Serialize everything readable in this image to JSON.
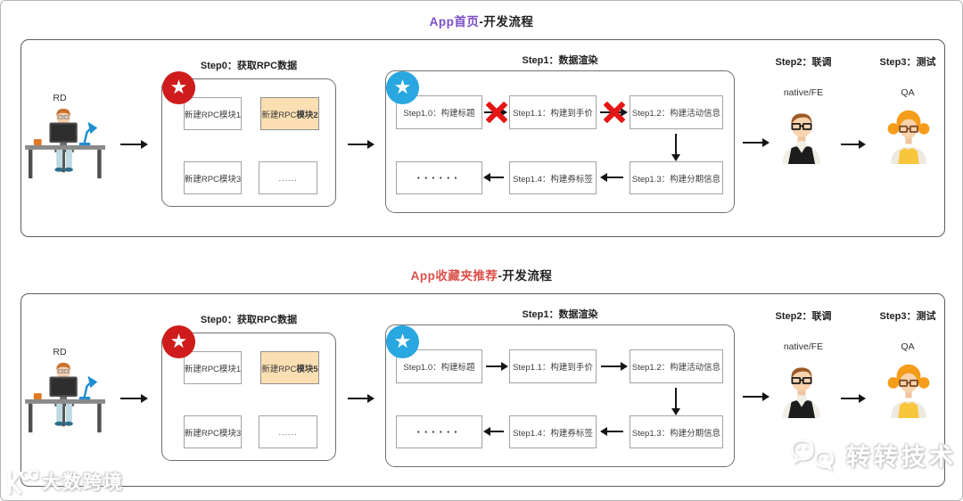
{
  "flows": [
    {
      "title": {
        "accent": "App首页",
        "suffix": "-开发流程"
      },
      "rd_label": "RD",
      "step0": {
        "heading": "Step0：获取RPC数据",
        "module1": "新建RPC模块1",
        "module2_prefix": "新建RPC",
        "module2_bold": "模块2",
        "module3": "新建RPC模块3",
        "module4": "......"
      },
      "step1": {
        "heading": "Step1：数据渲染",
        "box10": "Step1.0：构建标题",
        "box11": "Step1.1：构建到手价",
        "box12": "Step1.2：构建活动信息",
        "box13": "Step1.3：构建分期信息",
        "box14": "Step1.4：构建券标签",
        "dots": "······",
        "flow_broken": true
      },
      "step2": {
        "heading": "Step2：联调",
        "role": "native/FE"
      },
      "step3": {
        "heading": "Step3：测试",
        "role": "QA"
      }
    },
    {
      "title": {
        "accent": "App收藏夹推荐",
        "suffix": "-开发流程"
      },
      "rd_label": "RD",
      "step0": {
        "heading": "Step0：获取RPC数据",
        "module1": "新建RPC模块1",
        "module2_prefix": "新建RPC",
        "module2_bold": "模块5",
        "module3": "新建RPC模块3",
        "module4": "......"
      },
      "step1": {
        "heading": "Step1：数据渲染",
        "box10": "Step1.0：构建标题",
        "box11": "Step1.1：构建到手价",
        "box12": "Step1.2：构建活动信息",
        "box13": "Step1.3：构建分期信息",
        "box14": "Step1.4：构建券标签",
        "dots": "······",
        "flow_broken": false
      },
      "step2": {
        "heading": "Step2：联调",
        "role": "native/FE"
      },
      "step3": {
        "heading": "Step3：测试",
        "role": "QA"
      }
    }
  ],
  "watermarks": {
    "bottom_left": "大数跨境",
    "bottom_right": "转转技术"
  },
  "icons": {
    "star": "★"
  },
  "colors": {
    "badge_red": "#CF1B1B",
    "badge_blue": "#29A7E0",
    "highlight_box": "#FBDFB2",
    "x_mark": "#E51515",
    "title_accent_1": "#7C4EC4",
    "title_accent_2": "#DB5049"
  }
}
